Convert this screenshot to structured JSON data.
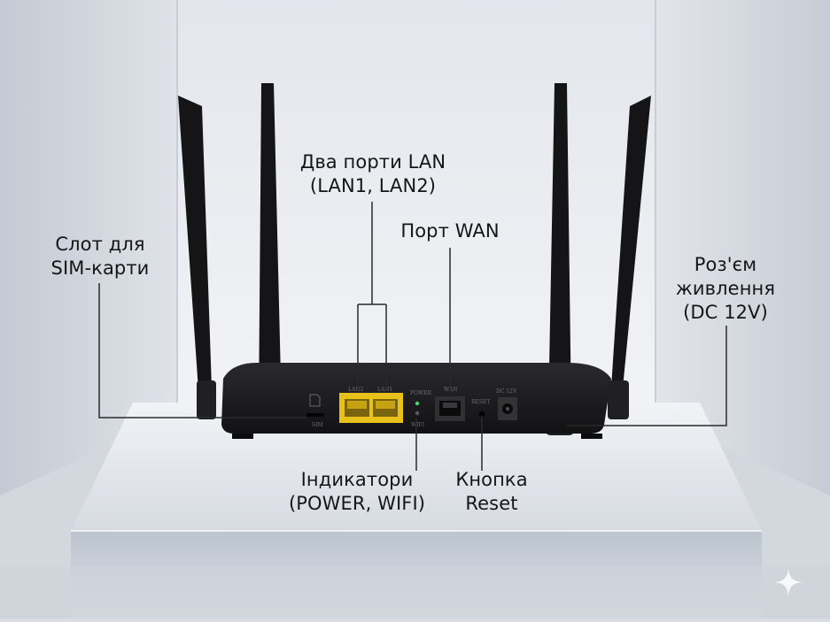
{
  "labels": {
    "lan": {
      "line1": "Два порти LAN",
      "line2": "(LAN1, LAN2)"
    },
    "wan": {
      "line1": "Порт WAN"
    },
    "sim": {
      "line1": "Слот для",
      "line2": "SIM-карти"
    },
    "power": {
      "line1": "Роз'єм",
      "line2": "живлення",
      "line3": "(DC 12V)"
    },
    "indicators": {
      "line1": "Індикатори",
      "line2": "(POWER, WIFI)"
    },
    "reset": {
      "line1": "Кнопка",
      "line2": "Reset"
    }
  },
  "panel": {
    "lan2": "LAN2",
    "lan1": "LAN1",
    "power_led": "POWER",
    "wifi_led": "WIFI",
    "wan": "WAN",
    "reset": "RESET",
    "dc": "DC 12V",
    "sim": "SIM"
  },
  "icons": [
    "sparkle-icon"
  ],
  "colors": {
    "background": "#d9dde4",
    "router_body": "#1b1b1d",
    "lan_port": "#e8c21a",
    "callout_line": "#2a2a2a"
  }
}
